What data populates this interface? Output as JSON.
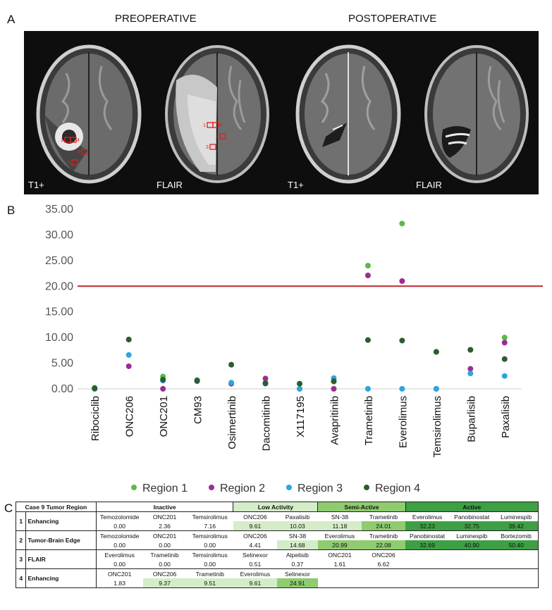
{
  "panel_a": {
    "letter": "A",
    "pre_title": "PREOPERATIVE",
    "post_title": "POSTOPERATIVE",
    "images": [
      {
        "label": "T1+",
        "rois": [
          "1",
          "4",
          "2",
          "3"
        ]
      },
      {
        "label": "FLAIR",
        "rois": [
          "1",
          "4",
          "2",
          "3"
        ]
      },
      {
        "label": "T1+"
      },
      {
        "label": "FLAIR"
      }
    ]
  },
  "panel_b": {
    "letter": "B"
  },
  "chart_data": {
    "type": "scatter",
    "categories": [
      "Ribociclib",
      "ONC206",
      "ONC201",
      "CM93",
      "Osimertinib",
      "Dacomitinib",
      "X117195",
      "Avapritinib",
      "Trametinib",
      "Everolimus",
      "Temsirolimus",
      "Buparlisib",
      "Paxalisib"
    ],
    "ylim": [
      0,
      35
    ],
    "yticks": [
      "0.00",
      "5.00",
      "10.00",
      "15.00",
      "20.00",
      "25.00",
      "30.00",
      "35.00"
    ],
    "threshold": 20,
    "threshold_color": "#c0282d",
    "grid": false,
    "legend_position": "bottom",
    "series": [
      {
        "name": "Region 1",
        "color": "#5cb849",
        "values": [
          0.2,
          9.6,
          2.4,
          1.6,
          1.0,
          1.1,
          1.0,
          1.4,
          24.0,
          32.2,
          7.2,
          7.6,
          10.0
        ]
      },
      {
        "name": "Region 2",
        "color": "#9b2d92",
        "values": [
          0.0,
          4.4,
          0.0,
          1.5,
          1.0,
          2.0,
          0.0,
          0.0,
          22.1,
          21.0,
          0.0,
          3.9,
          9.0
        ]
      },
      {
        "name": "Region 3",
        "color": "#2aa7dc",
        "values": [
          0.0,
          6.6,
          1.6,
          1.7,
          1.2,
          1.0,
          0.0,
          2.1,
          0.0,
          0.0,
          0.0,
          3.0,
          2.5
        ]
      },
      {
        "name": "Region 4",
        "color": "#2d5c2f",
        "values": [
          0.1,
          9.6,
          1.8,
          1.6,
          4.7,
          1.1,
          1.0,
          1.5,
          9.5,
          9.4,
          7.2,
          7.6,
          5.8
        ]
      }
    ]
  },
  "panel_c": {
    "letter": "C",
    "header": {
      "region": "Case 9 Tumor Region",
      "inactive": "Inactive",
      "low": "Low Activity",
      "semi": "Semi-Active",
      "active": "Active"
    },
    "rows": [
      {
        "num": "1",
        "name": "Enhancing",
        "drugs": [
          "Temozolomide",
          "ONC201",
          "Temsirolimus",
          "ONC206",
          "Paxalisib",
          "SN-38",
          "Trametinib",
          "Everolimus",
          "Panobinostat",
          "Luminespib"
        ],
        "values": [
          "0.00",
          "2.36",
          "7.16",
          "9.61",
          "10.03",
          "11.18",
          "24.01",
          "32.23",
          "32.75",
          "39.42"
        ],
        "colors": [
          "",
          "",
          "",
          "low",
          "low",
          "low",
          "semi",
          "act",
          "act",
          "act"
        ]
      },
      {
        "num": "2",
        "name": "Tumor-Brain Edge",
        "drugs": [
          "Temozolomide",
          "ONC201",
          "Temsirolimus",
          "ONC206",
          "SN-38",
          "Everolimus",
          "Trametinib",
          "Panobinostat",
          "Luminespib",
          "Bortezomib"
        ],
        "values": [
          "0.00",
          "0.00",
          "0.00",
          "4.41",
          "14.68",
          "20.99",
          "22.08",
          "32.69",
          "40.90",
          "50.40"
        ],
        "colors": [
          "",
          "",
          "",
          "",
          "low",
          "semi",
          "semi",
          "act",
          "act",
          "act"
        ]
      },
      {
        "num": "3",
        "name": "FLAIR",
        "drugs": [
          "Everolimus",
          "Trametinib",
          "Temsirolimus",
          "Selinexor",
          "Alpelisib",
          "ONC201",
          "ONC206",
          "",
          "",
          ""
        ],
        "values": [
          "0.00",
          "0.00",
          "0.00",
          "0.51",
          "0.37",
          "1.61",
          "6.62",
          "",
          "",
          ""
        ],
        "colors": [
          "",
          "",
          "",
          "",
          "",
          "",
          "",
          "",
          "",
          ""
        ]
      },
      {
        "num": "4",
        "name": "Enhancing",
        "drugs": [
          "ONC201",
          "ONC206",
          "Trametinib",
          "Everolimus",
          "Selinexor",
          "",
          "",
          "",
          "",
          ""
        ],
        "values": [
          "1.83",
          "9.37",
          "9.51",
          "9.61",
          "24.91",
          "",
          "",
          "",
          "",
          ""
        ],
        "colors": [
          "",
          "low",
          "low",
          "low",
          "semi",
          "",
          "",
          "",
          "",
          ""
        ]
      }
    ]
  }
}
